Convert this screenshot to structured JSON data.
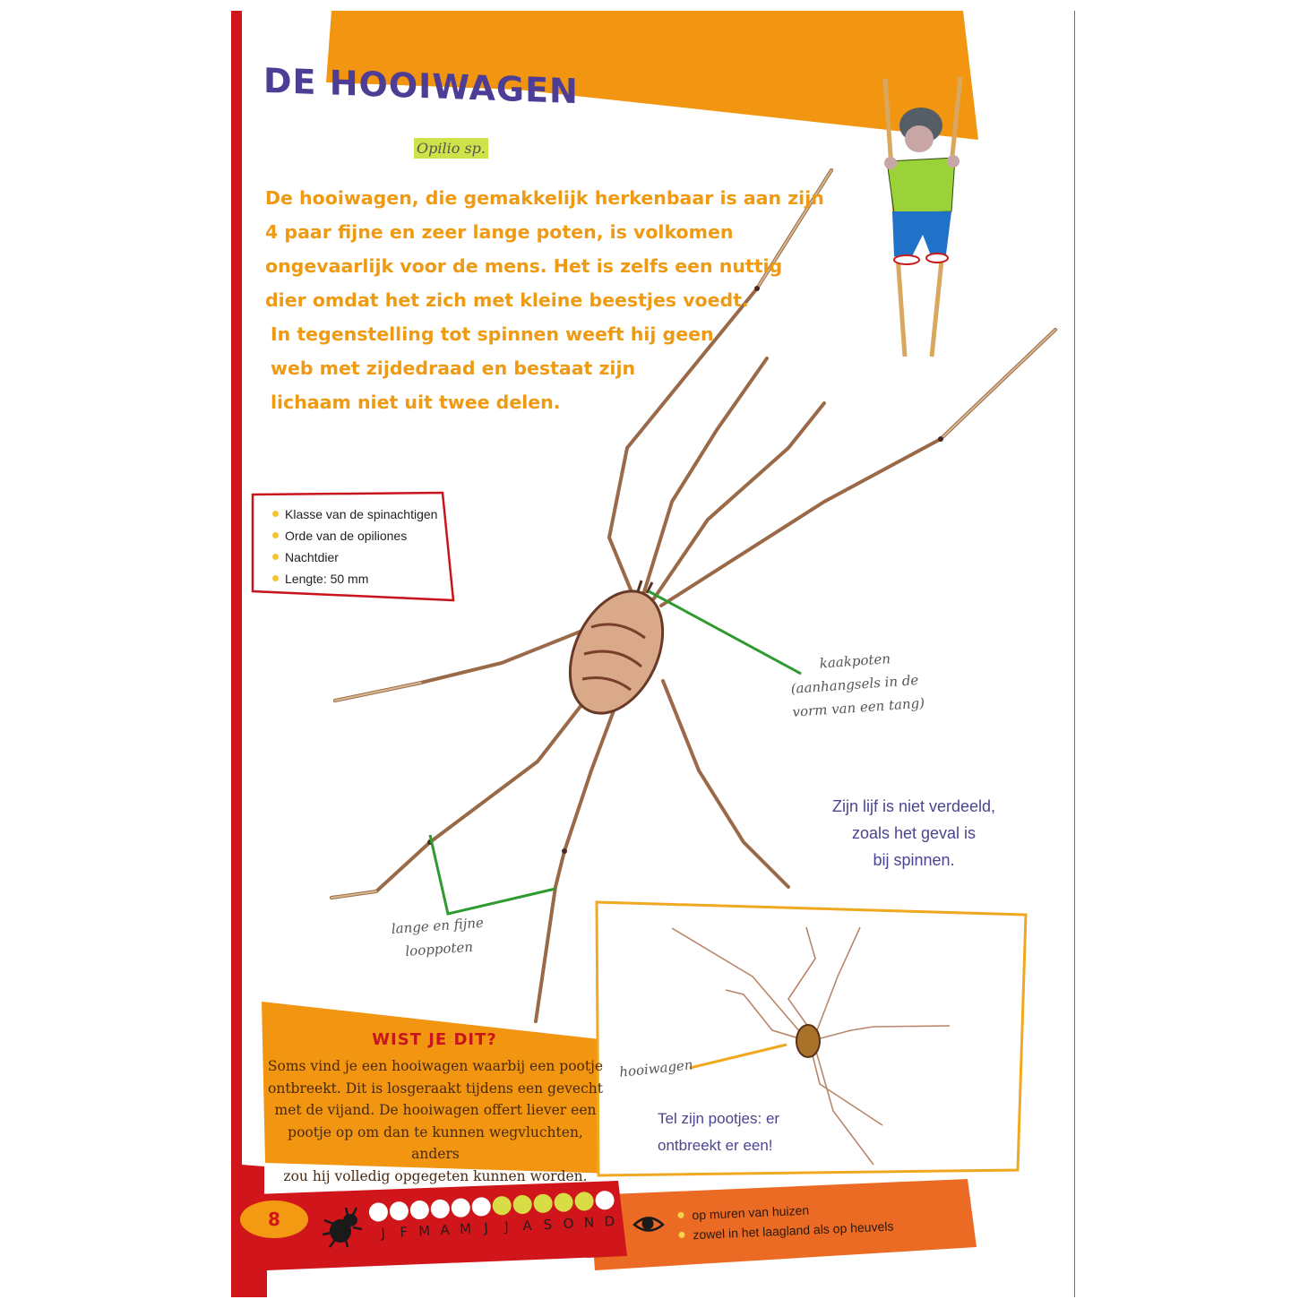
{
  "page": {
    "title": "DE HOOIWAGEN",
    "species_name": "Opilio sp.",
    "page_number": "8"
  },
  "intro": {
    "lines": [
      "De hooiwagen, die gemakkelijk herkenbaar is aan zijn",
      "4 paar fijne en zeer lange poten, is volkomen",
      "ongevaarlijk voor de mens. Het is zelfs een nuttig",
      "dier omdat het zich met kleine beestjes voedt.",
      "In tegenstelling tot spinnen weeft hij geen",
      "web met zijdedraad en bestaat zijn",
      "lichaam niet uit twee delen."
    ]
  },
  "facts": {
    "items": [
      "Klasse van de spinachtigen",
      "Orde van de opiliones",
      "Nachtdier",
      "Lengte: 50 mm"
    ]
  },
  "labels": {
    "kaakpoten": [
      "kaakpoten",
      "(aanhangsels in de",
      "vorm van een tang)"
    ],
    "looppoten": [
      "lange en fijne",
      "looppoten"
    ],
    "hooiwagen": "hooiwagen"
  },
  "notes": {
    "body": [
      "Zijn lijf is niet verdeeld,",
      "zoals het geval is",
      "bij spinnen."
    ],
    "count": [
      "Tel zijn pootjes: er",
      "ontbreekt er een!"
    ]
  },
  "did_you_know": {
    "title": "WIST JE DIT?",
    "lines": [
      "Soms vind je een hooiwagen waarbij een pootje",
      "ontbreekt. Dit is losgeraakt tijdens een gevecht",
      "met de vijand. De hooiwagen offert liever een",
      "pootje op om dan te kunnen wegvluchten, anders",
      "zou hij volledig opgegeten kunnen worden."
    ]
  },
  "calendar": {
    "icon": "beetle-icon",
    "months": [
      "J",
      "F",
      "M",
      "A",
      "M",
      "J",
      "J",
      "A",
      "S",
      "O",
      "N",
      "D"
    ],
    "active": [
      false,
      false,
      false,
      false,
      false,
      false,
      true,
      true,
      true,
      true,
      true,
      false
    ]
  },
  "habitat": {
    "icon": "eye-icon",
    "items": [
      "op muren van huizen",
      "zowel in het laagland als op heuvels"
    ]
  },
  "colors": {
    "red": "#d0161b",
    "orange": "#f39a12",
    "dark_orange": "#ec6b24",
    "purple": "#4e3d94",
    "lime": "#d8dd45",
    "text_orange": "#ee9a12",
    "green_pointer": "#2f9a2f",
    "frame_yellow": "#f0a820"
  }
}
